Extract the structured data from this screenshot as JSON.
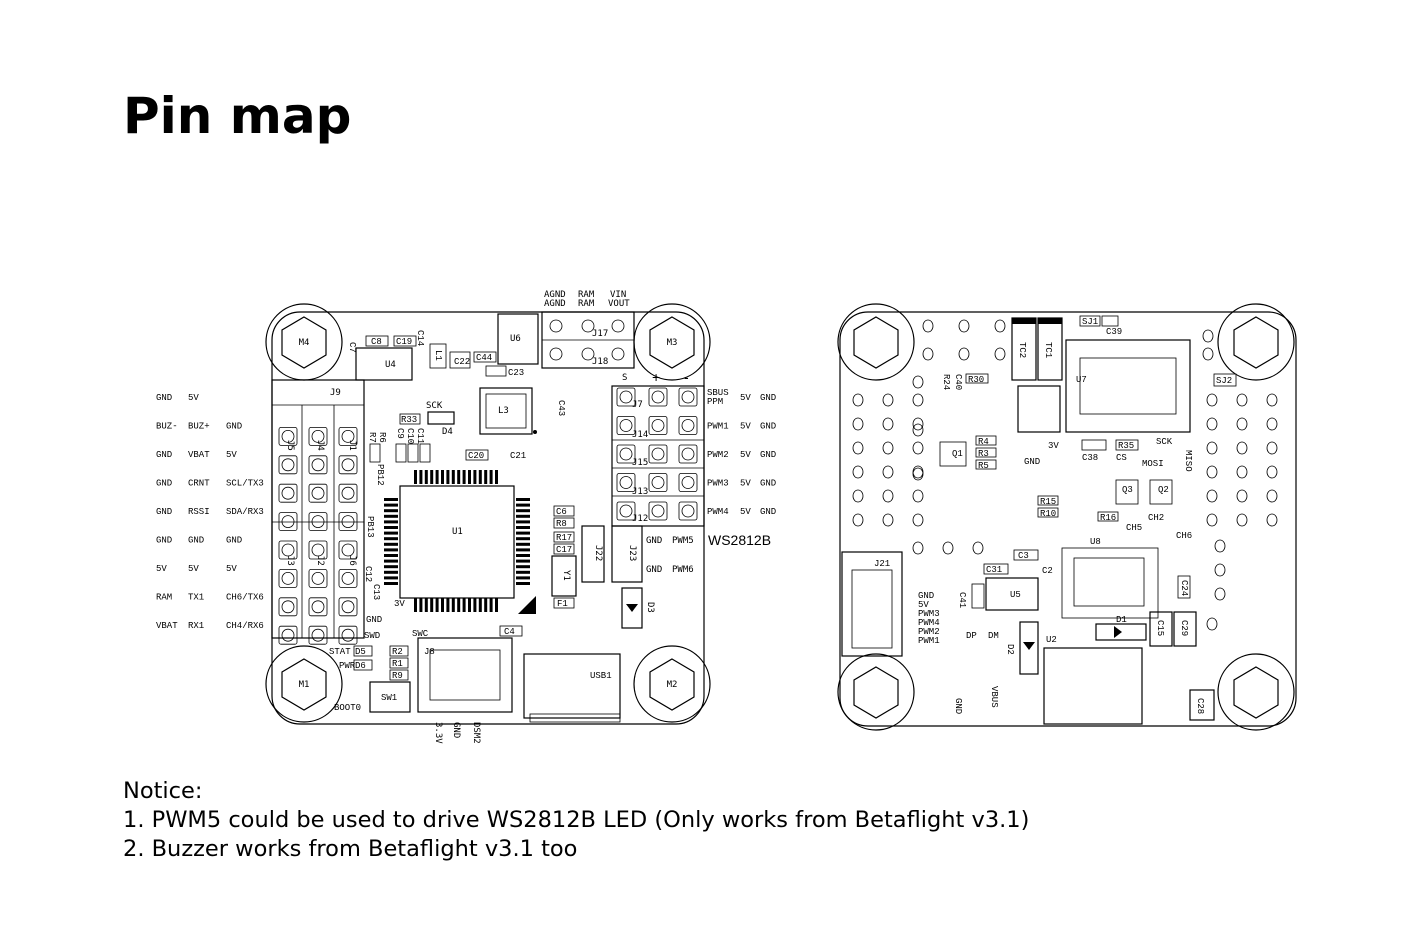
{
  "title": "Pin map",
  "notice": {
    "heading": "Notice:",
    "line1": "1. PWM5 could be used to drive WS2812B LED (Only works from Betaflight v3.1)",
    "line2": "2. Buzzer works from Betaflight v3.1 too"
  },
  "left_board": {
    "motors": [
      "M4",
      "M3",
      "M1",
      "M2"
    ],
    "left_header_rows": [
      [
        "GND",
        "5V",
        ""
      ],
      [
        "BUZ-",
        "BUZ+",
        "GND"
      ],
      [
        "GND",
        "VBAT",
        "5V"
      ],
      [
        "GND",
        "CRNT",
        "SCL/TX3"
      ],
      [
        "GND",
        "RSSI",
        "SDA/RX3"
      ],
      [
        "GND",
        "GND",
        "GND"
      ],
      [
        "5V",
        "5V",
        "5V"
      ],
      [
        "RAM",
        "TX1",
        "CH6/TX6"
      ],
      [
        "VBAT",
        "RX1",
        "CH4/RX6"
      ]
    ],
    "right_header_rows": [
      [
        "SBUS\nPPM",
        "5V",
        "GND"
      ],
      [
        "PWM1",
        "5V",
        "GND"
      ],
      [
        "PWM2",
        "5V",
        "GND"
      ],
      [
        "PWM3",
        "5V",
        "GND"
      ],
      [
        "PWM4",
        "5V",
        "GND"
      ]
    ],
    "pwm56": [
      "GND",
      "PWM5",
      "GND",
      "PWM6"
    ],
    "ws2812b": "WS2812B",
    "top_labels": [
      "AGND",
      "AGND",
      "RAM",
      "RAM",
      "VIN",
      "VOUT"
    ],
    "connectors": [
      "J9",
      "J5",
      "J4",
      "J1",
      "J3",
      "J2",
      "J6",
      "J17",
      "J18",
      "J7",
      "J14",
      "J15",
      "J13",
      "J12",
      "J22",
      "J23",
      "J8",
      "USB1",
      "SW1"
    ],
    "chips": [
      "U1",
      "U4",
      "U6",
      "L3",
      "Y1",
      "D3",
      "D4"
    ],
    "misc_labels": [
      "SCK",
      "PB12",
      "PB13",
      "3V",
      "GND",
      "SWD",
      "SWC",
      "STAT",
      "PWR",
      "BOOT0",
      "S",
      "+",
      "-"
    ],
    "bottom_labels": [
      "3.3V",
      "GND",
      "DSM2"
    ],
    "parts": [
      "C8",
      "C19",
      "C14",
      "C7",
      "L1",
      "C22",
      "C23",
      "C44",
      "R33",
      "R6",
      "R7",
      "C9",
      "C10",
      "C11",
      "C20",
      "C21",
      "C6",
      "R8",
      "R17",
      "C17",
      "F1",
      "C4",
      "C12",
      "C13",
      "D5",
      "D6",
      "R2",
      "R1",
      "R9",
      "C43"
    ]
  },
  "right_board": {
    "labels": [
      "J21",
      "U7",
      "U8",
      "U5",
      "U2",
      "D1",
      "D2",
      "TC1",
      "TC2",
      "SJ1",
      "SJ2",
      "C39",
      "C38",
      "C41",
      "C15",
      "C29",
      "C28",
      "C31",
      "C3",
      "C2",
      "C24",
      "R4",
      "R3",
      "R5",
      "R15",
      "R10",
      "R16",
      "R30",
      "R24",
      "C40",
      "R35",
      "Q1",
      "Q2",
      "Q3"
    ],
    "spi_labels": [
      "3V",
      "GND",
      "SCK",
      "CS",
      "MOSI",
      "MISO",
      "CH5",
      "CH2",
      "CH6"
    ],
    "j21_pins": [
      "GND",
      "5V",
      "PWM3",
      "PWM4",
      "PWM2",
      "PWM1"
    ],
    "usb_labels": [
      "DP",
      "DM",
      "VBUS",
      "GND"
    ]
  }
}
